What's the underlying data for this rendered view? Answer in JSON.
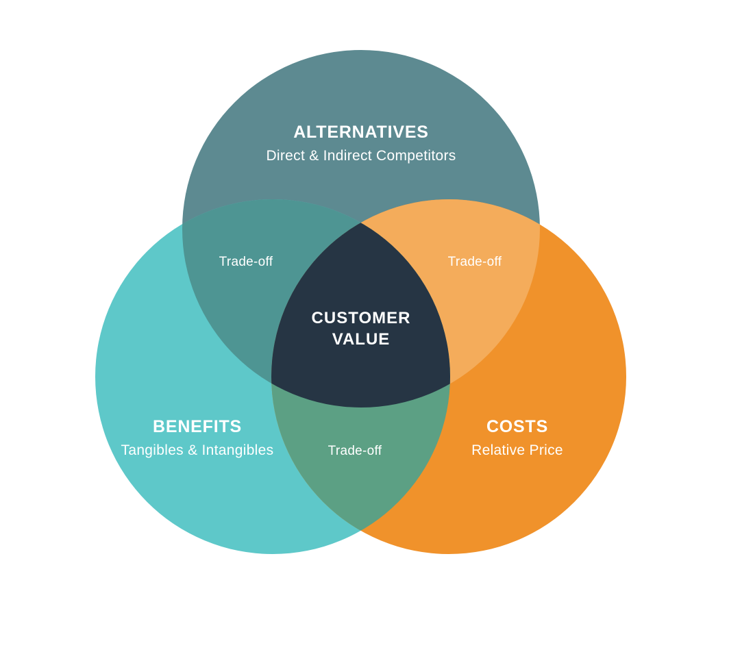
{
  "page": {
    "background_color": "#FFFFFF",
    "text_color": "#FFFFFF"
  },
  "diagram": {
    "type": "venn-3",
    "name": "customer-value-venn-diagram",
    "sets": {
      "alternatives": {
        "title": "ALTERNATIVES",
        "subtitle": "Direct & Indirect Competitors",
        "color": "#5D8A91"
      },
      "benefits": {
        "title": "BENEFITS",
        "subtitle": "Tangibles & Intangibles",
        "color": "#5EC8C9"
      },
      "costs": {
        "title": "COSTS",
        "subtitle": "Relative Price",
        "color": "#F0922B"
      }
    },
    "overlaps": {
      "alternatives_benefits": {
        "label": "Trade-off",
        "color": "#4E9593"
      },
      "alternatives_costs": {
        "label": "Trade-off",
        "color": "#F4AC5B"
      },
      "benefits_costs": {
        "label": "Trade-off",
        "color": "#5CA084"
      },
      "center": {
        "line1": "CUSTOMER",
        "line2": "VALUE",
        "color": "#263544"
      }
    }
  }
}
